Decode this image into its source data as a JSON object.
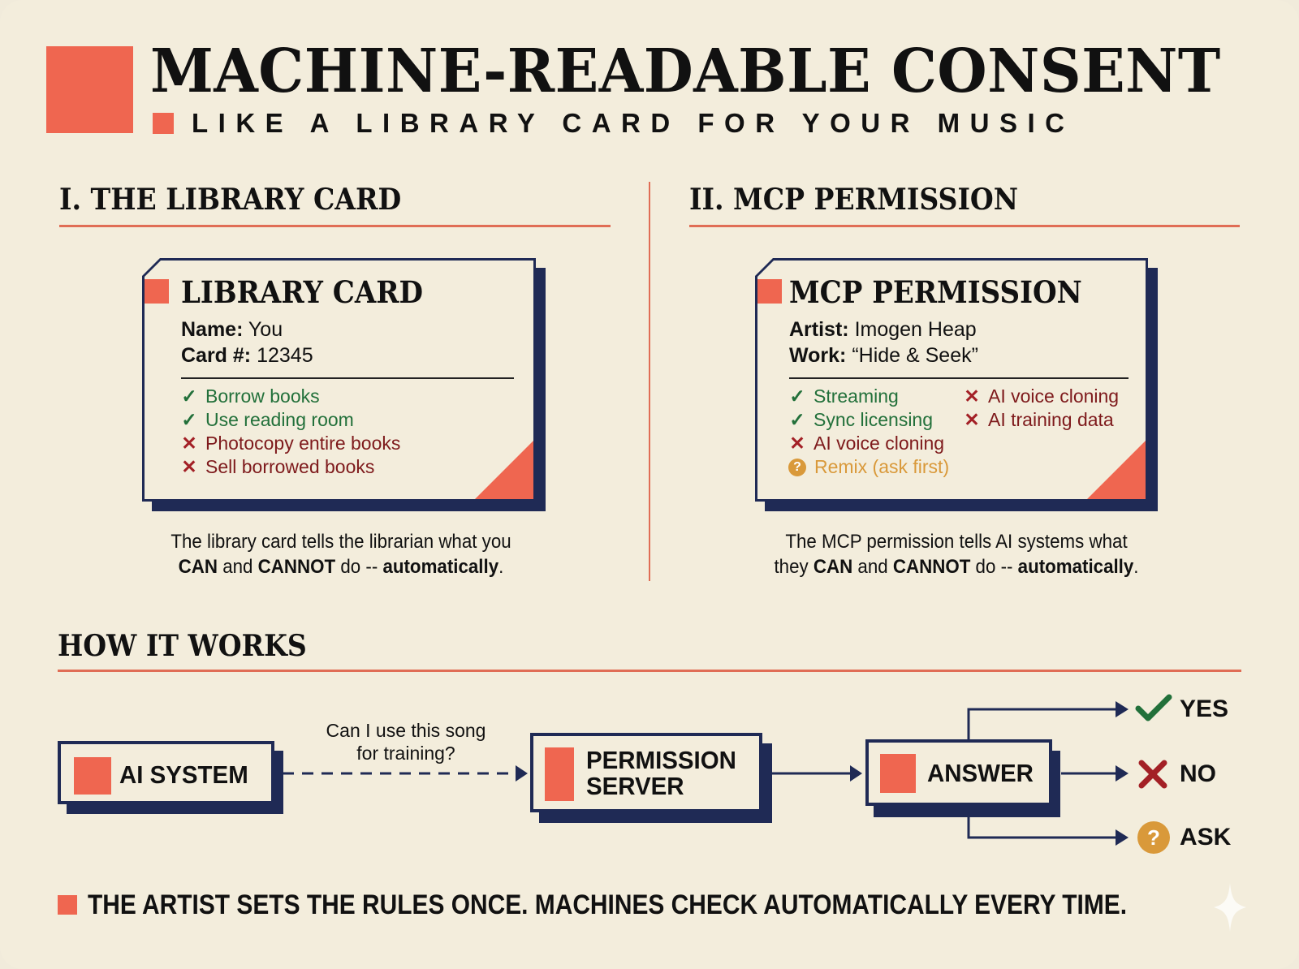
{
  "header": {
    "title": "MACHINE-READABLE CONSENT",
    "subtitle": "LIKE A LIBRARY CARD FOR YOUR MUSIC"
  },
  "colors": {
    "accent": "#ef6650",
    "navy": "#1f2a55",
    "background": "#f3eddc",
    "allowed": "#22703a",
    "denied": "#7e1a1c",
    "ask": "#d9993a"
  },
  "sections": {
    "left": {
      "title": "I. THE LIBRARY CARD",
      "card": {
        "title": "LIBRARY CARD",
        "fields": [
          {
            "label": "Name:",
            "value": "You"
          },
          {
            "label": "Card #:",
            "value": "12345"
          }
        ],
        "permissions": [
          {
            "status": "allowed",
            "icon": "check-icon",
            "glyph": "✓",
            "text": "Borrow books"
          },
          {
            "status": "allowed",
            "icon": "check-icon",
            "glyph": "✓",
            "text": "Use reading room"
          },
          {
            "status": "denied",
            "icon": "x-icon",
            "glyph": "✕",
            "text": "Photocopy entire books"
          },
          {
            "status": "denied",
            "icon": "x-icon",
            "glyph": "✕",
            "text": "Sell borrowed books"
          }
        ]
      },
      "caption": {
        "line1": "The library card tells the librarian what you",
        "can": "CAN",
        "and": " and ",
        "cannot": "CANNOT",
        "do": " do -- ",
        "auto": "automatically",
        "end": "."
      }
    },
    "right": {
      "title": "II. MCP PERMISSION",
      "card": {
        "title": "MCP PERMISSION",
        "fields": [
          {
            "label": "Artist:",
            "value": "Imogen Heap"
          },
          {
            "label": "Work:",
            "value": "“Hide & Seek”"
          }
        ],
        "permissions_col1": [
          {
            "status": "allowed",
            "icon": "check-icon",
            "glyph": "✓",
            "text": "Streaming"
          },
          {
            "status": "allowed",
            "icon": "check-icon",
            "glyph": "✓",
            "text": "Sync licensing"
          },
          {
            "status": "denied",
            "icon": "x-icon",
            "glyph": "✕",
            "text": "AI voice cloning"
          },
          {
            "status": "ask",
            "icon": "question-icon",
            "glyph": "?",
            "text": "Remix (ask first)"
          }
        ],
        "permissions_col2": [
          {
            "status": "denied",
            "icon": "x-icon",
            "glyph": "✕",
            "text": "AI voice cloning"
          },
          {
            "status": "denied",
            "icon": "x-icon",
            "glyph": "✕",
            "text": "AI training data"
          }
        ]
      },
      "caption": {
        "line1": "The MCP permission tells AI systems what",
        "they": "they ",
        "can": "CAN",
        "and": " and ",
        "cannot": "CANNOT",
        "do": " do -- ",
        "auto": "automatically",
        "end": "."
      }
    }
  },
  "how_it_works": {
    "title": "HOW IT WORKS",
    "nodes": [
      {
        "id": "ai-system",
        "label": "AI SYSTEM"
      },
      {
        "id": "permission-server",
        "label_line1": "PERMISSION",
        "label_line2": "SERVER"
      },
      {
        "id": "answer",
        "label": "ANSWER"
      }
    ],
    "question": {
      "line1": "Can I use this song",
      "line2": "for training?"
    },
    "outcomes": [
      {
        "label": "YES",
        "icon": "check-icon"
      },
      {
        "label": "NO",
        "icon": "x-icon"
      },
      {
        "label": "ASK",
        "icon": "question-icon"
      }
    ]
  },
  "footer": {
    "text": "THE ARTIST SETS THE RULES ONCE. MACHINES CHECK AUTOMATICALLY EVERY TIME."
  }
}
